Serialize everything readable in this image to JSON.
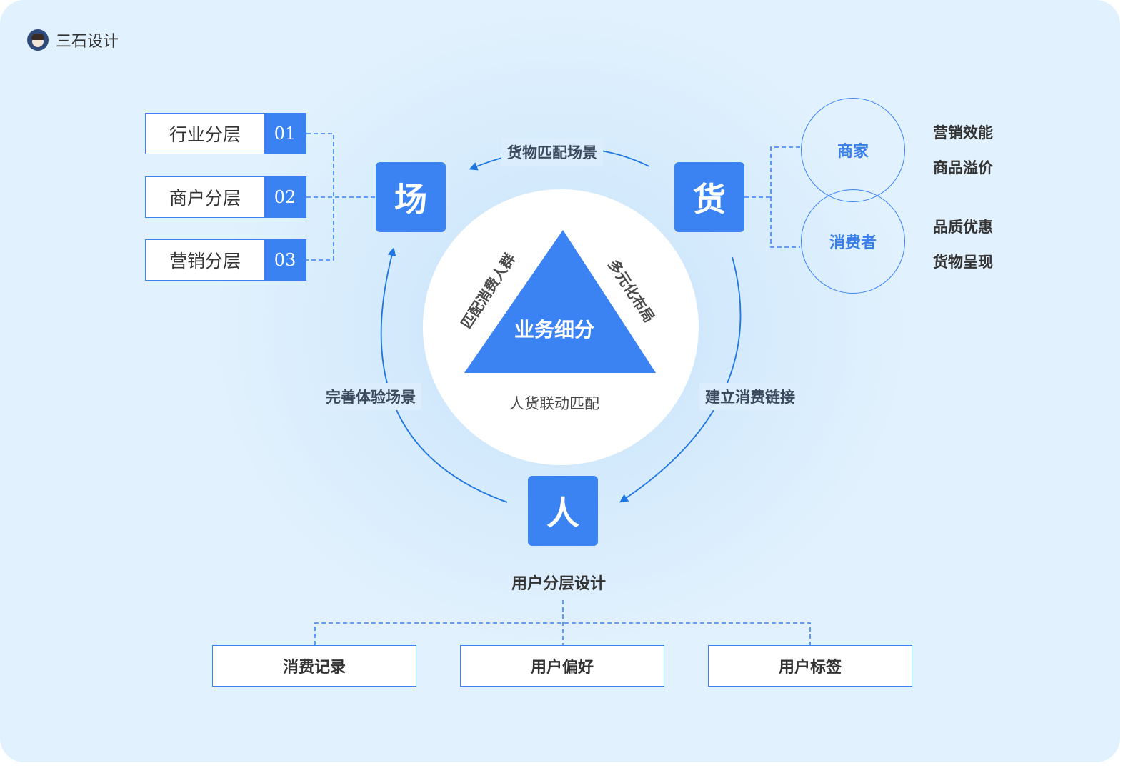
{
  "brand": {
    "icon": "avatar-icon",
    "name": "三石设计"
  },
  "layers": [
    {
      "label": "行业分层",
      "num": "01"
    },
    {
      "label": "商户分层",
      "num": "02"
    },
    {
      "label": "营销分层",
      "num": "03"
    }
  ],
  "nodes": {
    "place": "场",
    "goods": "货",
    "people": "人"
  },
  "cycle_labels": {
    "top": "货物匹配场景",
    "right": "建立消费链接",
    "left": "完善体验场景"
  },
  "center": {
    "triangle": "业务细分",
    "left_side": "匹配消费人群",
    "right_side": "多元化布局",
    "bottom": "人货联动匹配"
  },
  "goods_circles": {
    "merchant": "商家",
    "consumer": "消费者"
  },
  "goods_benefits": {
    "merchant": [
      "营销效能",
      "商品溢价"
    ],
    "consumer": [
      "品质优惠",
      "货物呈现"
    ]
  },
  "user_design": {
    "title": "用户分层设计",
    "items": [
      "消费记录",
      "用户偏好",
      "用户标签"
    ]
  },
  "colors": {
    "primary": "#3b82f2",
    "panel_bg": "#e1f1fd",
    "text": "#333333"
  }
}
